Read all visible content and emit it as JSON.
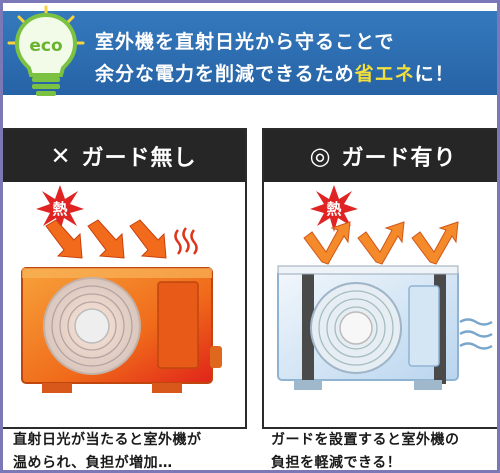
{
  "banner": {
    "eco_label": "eco",
    "line1": "室外機を直射日光から守ることで",
    "line2_prefix": "余分な電力を削減できるため",
    "line2_highlight": "省エネ",
    "line2_suffix": "に！"
  },
  "left_panel": {
    "mark": "✕",
    "title": "ガード無し",
    "heat_label": "熱",
    "caption_line1": "直射日光が当たると室外機が",
    "caption_line2": "温められ、負担が増加…"
  },
  "right_panel": {
    "mark": "◎",
    "title": "ガード有り",
    "heat_label": "熱",
    "caption_line1": "ガードを設置すると室外機の",
    "caption_line2": "負担を軽減できる！"
  },
  "colors": {
    "frame": "#7b78b8",
    "banner_blue": "#2c6db0",
    "highlight_yellow": "#f5df3a",
    "bulb_green": "#7cc242",
    "header_dark": "#262626",
    "hot_unit": "#f0781e",
    "cool_unit": "#c9dff0",
    "arrow_orange": "#f26a1b"
  }
}
